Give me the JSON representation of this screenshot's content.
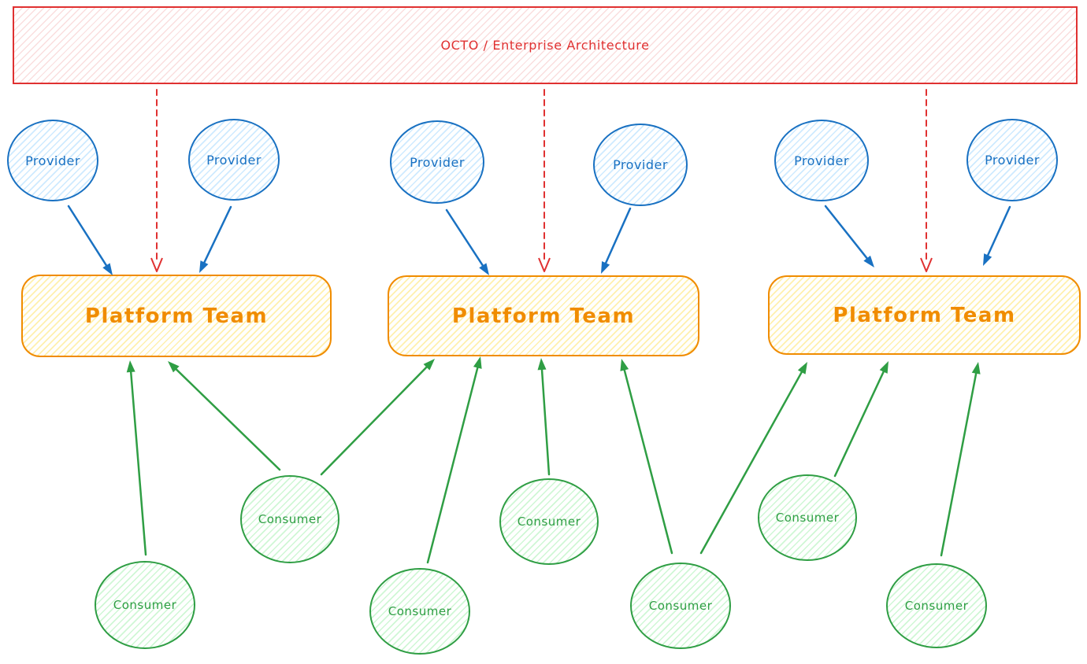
{
  "diagram": {
    "governance": {
      "label": "OCTO / Enterprise Architecture"
    },
    "providers": [
      {
        "label": "Provider"
      },
      {
        "label": "Provider"
      },
      {
        "label": "Provider"
      },
      {
        "label": "Provider"
      },
      {
        "label": "Provider"
      },
      {
        "label": "Provider"
      }
    ],
    "platform_teams": [
      {
        "label": "Platform Team"
      },
      {
        "label": "Platform Team"
      },
      {
        "label": "Platform Team"
      }
    ],
    "consumers": [
      {
        "label": "Consumer"
      },
      {
        "label": "Consumer"
      },
      {
        "label": "Consumer"
      },
      {
        "label": "Consumer"
      },
      {
        "label": "Consumer"
      },
      {
        "label": "Consumer"
      },
      {
        "label": "Consumer"
      }
    ],
    "colors": {
      "blue": "#1971c2",
      "red": "#e03131",
      "green": "#2f9e44",
      "orange": "#f08c00",
      "provider_fill": "#a5d8ff",
      "platform_fill": "#ffec99",
      "consumer_fill": "#b2f2bb",
      "governance_fill": "#ffc9c9",
      "background": "#ffffff"
    },
    "edges": [
      {
        "from": "provider-1",
        "to": "platform-team-1",
        "color": "blue",
        "style": "solid"
      },
      {
        "from": "provider-2",
        "to": "platform-team-1",
        "color": "blue",
        "style": "solid"
      },
      {
        "from": "provider-3",
        "to": "platform-team-2",
        "color": "blue",
        "style": "solid"
      },
      {
        "from": "provider-4",
        "to": "platform-team-2",
        "color": "blue",
        "style": "solid"
      },
      {
        "from": "provider-5",
        "to": "platform-team-3",
        "color": "blue",
        "style": "solid"
      },
      {
        "from": "provider-6",
        "to": "platform-team-3",
        "color": "blue",
        "style": "solid"
      },
      {
        "from": "governance",
        "to": "platform-team-1",
        "color": "red",
        "style": "dashed"
      },
      {
        "from": "governance",
        "to": "platform-team-2",
        "color": "red",
        "style": "dashed"
      },
      {
        "from": "governance",
        "to": "platform-team-3",
        "color": "red",
        "style": "dashed"
      },
      {
        "from": "consumer-1",
        "to": "platform-team-1",
        "color": "green",
        "style": "solid"
      },
      {
        "from": "consumer-2",
        "to": "platform-team-1",
        "color": "green",
        "style": "solid"
      },
      {
        "from": "consumer-2",
        "to": "platform-team-2",
        "color": "green",
        "style": "solid"
      },
      {
        "from": "consumer-3",
        "to": "platform-team-2",
        "color": "green",
        "style": "solid"
      },
      {
        "from": "consumer-4",
        "to": "platform-team-2",
        "color": "green",
        "style": "solid"
      },
      {
        "from": "consumer-5",
        "to": "platform-team-2",
        "color": "green",
        "style": "solid"
      },
      {
        "from": "consumer-5",
        "to": "platform-team-3",
        "color": "green",
        "style": "solid"
      },
      {
        "from": "consumer-6",
        "to": "platform-team-3",
        "color": "green",
        "style": "solid"
      },
      {
        "from": "consumer-7",
        "to": "platform-team-3",
        "color": "green",
        "style": "solid"
      }
    ]
  }
}
